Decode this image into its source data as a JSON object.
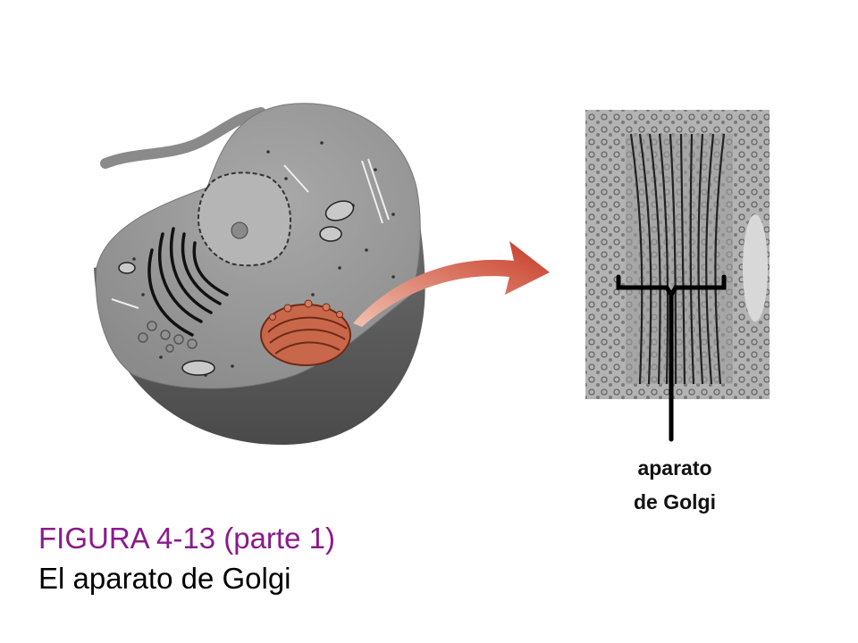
{
  "figure": {
    "label_line1": "aparato",
    "label_line2": "de Golgi",
    "caption_line1": "FIGURA 4-13 (parte 1)",
    "caption_line2": "El aparato de Golgi"
  },
  "colors": {
    "caption_accent": "#8a1a8c",
    "golgi_orange": "#c8674a",
    "arrow_red": "#d24a33",
    "cell_gray": "#8e8e8e"
  },
  "icons": {
    "cell": "cell-cutaway-illustration",
    "arrow": "curved-arrow-icon",
    "micrograph": "golgi-micrograph"
  }
}
